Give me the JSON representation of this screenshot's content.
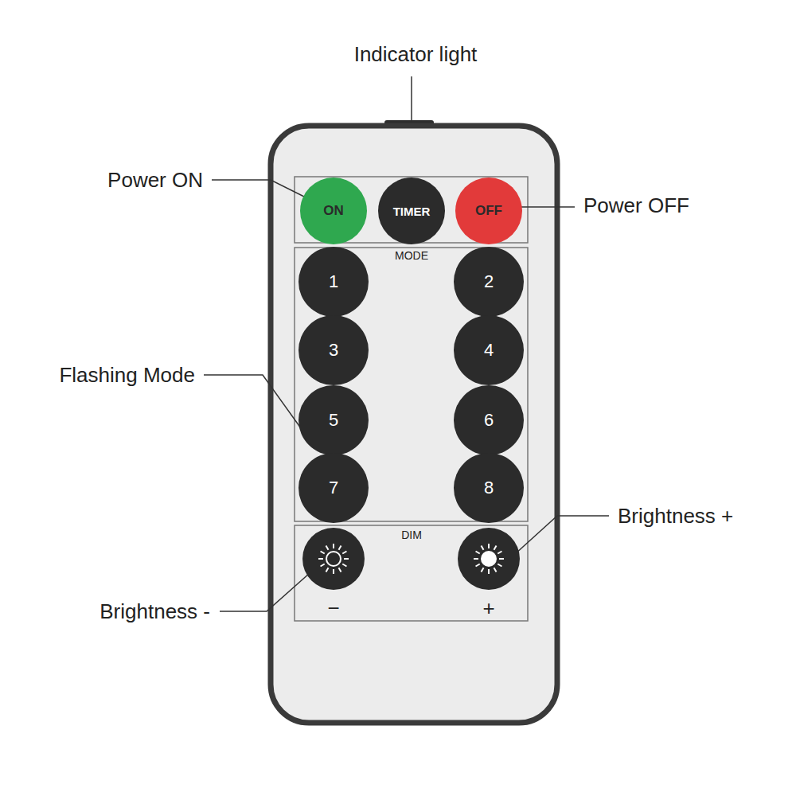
{
  "diagram": {
    "nodes": [
      {
        "text": [
          "ON"
        ]
      },
      {
        "text": [
          "TIMER"
        ]
      },
      {
        "text": [
          "OFF"
        ]
      },
      {
        "text": [
          "1"
        ]
      },
      {
        "text": [
          "2"
        ]
      },
      {
        "text": [
          "3"
        ]
      },
      {
        "text": [
          "4"
        ]
      },
      {
        "text": [
          "5"
        ]
      },
      {
        "text": [
          "6"
        ]
      },
      {
        "text": [
          "7"
        ]
      },
      {
        "text": [
          "8"
        ]
      }
    ],
    "labels": [
      "Indicator light",
      "Power ON",
      "Power OFF",
      "MODE",
      "Flashing Mode",
      "DIM",
      "Brightness +",
      "Brightness -",
      "−",
      "+"
    ]
  }
}
